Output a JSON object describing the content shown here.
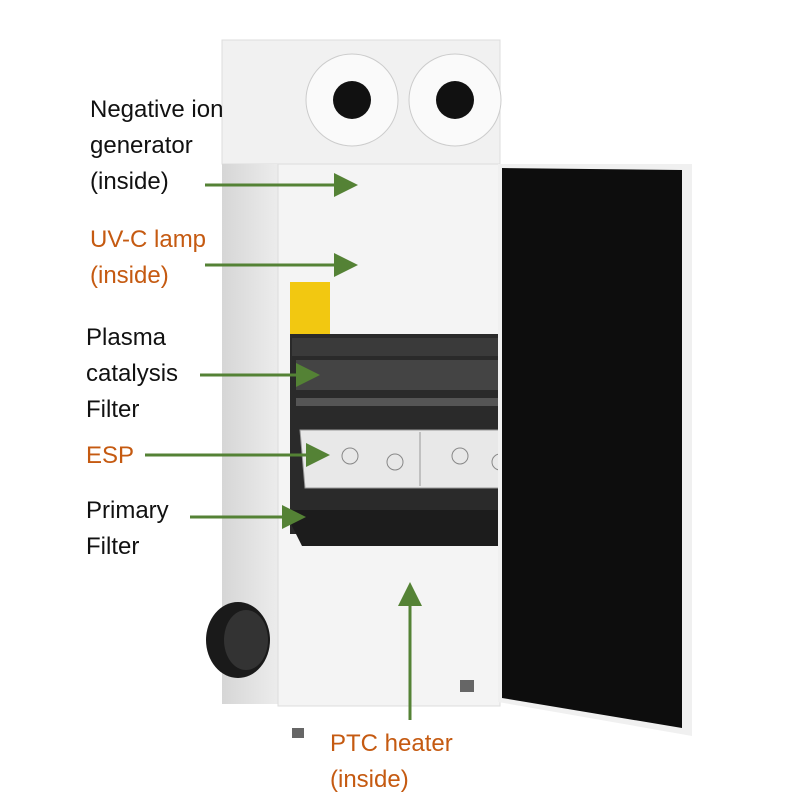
{
  "colors": {
    "label_black": "#111111",
    "label_orange": "#c55a11",
    "arrow_green": "#548235"
  },
  "labels": {
    "negative_ion": [
      "Negative ion",
      "generator",
      "(inside)"
    ],
    "uvc": [
      "UV-C lamp",
      "(inside)"
    ],
    "plasma": [
      "Plasma",
      "catalysis",
      "Filter"
    ],
    "esp": [
      "ESP"
    ],
    "primary": [
      "Primary",
      "Filter"
    ],
    "ptc": [
      "PTC heater",
      "(inside)"
    ]
  }
}
